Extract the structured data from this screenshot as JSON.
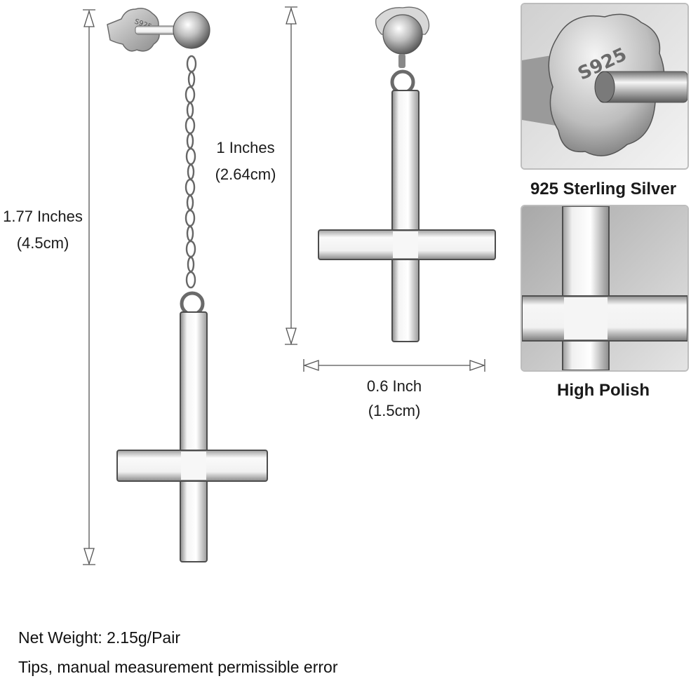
{
  "dimensions": {
    "long_earring": {
      "inches": "1.77 Inches",
      "cm": "(4.5cm)"
    },
    "short_earring_height": {
      "inches": "1 Inches",
      "cm": "(2.64cm)"
    },
    "short_earring_width": {
      "inches": "0.6 Inch",
      "cm": "(1.5cm)"
    }
  },
  "closeups": {
    "stamp": {
      "caption": "925 Sterling Silver",
      "engraving": "S925"
    },
    "finish": {
      "caption": "High Polish"
    }
  },
  "footer": {
    "weight": "Net Weight: 2.15g/Pair",
    "tips": "Tips, manual measurement permissible error"
  },
  "colors": {
    "background": "#ffffff",
    "silver_light": "#f7f7f7",
    "silver_dark": "#7a7a7a",
    "dimension_line": "#666666"
  }
}
